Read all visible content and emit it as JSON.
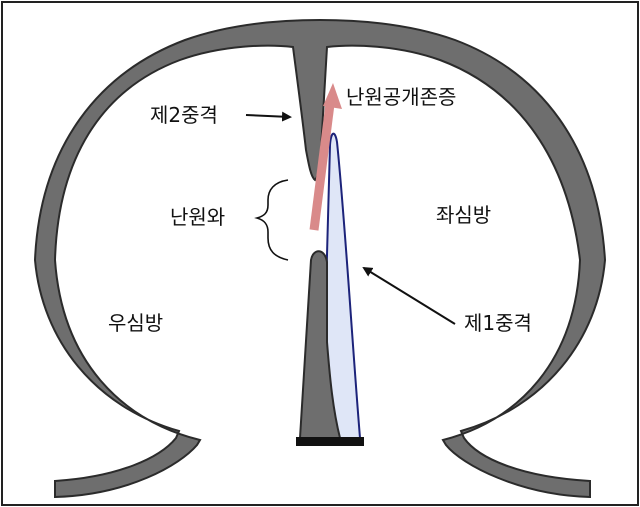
{
  "labels": {
    "second_septum": "제2중격",
    "foramen_ovale_patency": "난원공개존증",
    "foramen_ovale": "난원와",
    "left_atrium": "좌심방",
    "right_atrium": "우심방",
    "first_septum": "제1중격"
  },
  "colors": {
    "wall_fill": "#6e6e6e",
    "wall_stroke": "#2b2b2b",
    "septum_primum_fill": "#dfe6f7",
    "septum_primum_stroke": "#1c237a",
    "shunt_arrow": "#d98a8a",
    "base_bar": "#111111",
    "frame": "#222222"
  }
}
